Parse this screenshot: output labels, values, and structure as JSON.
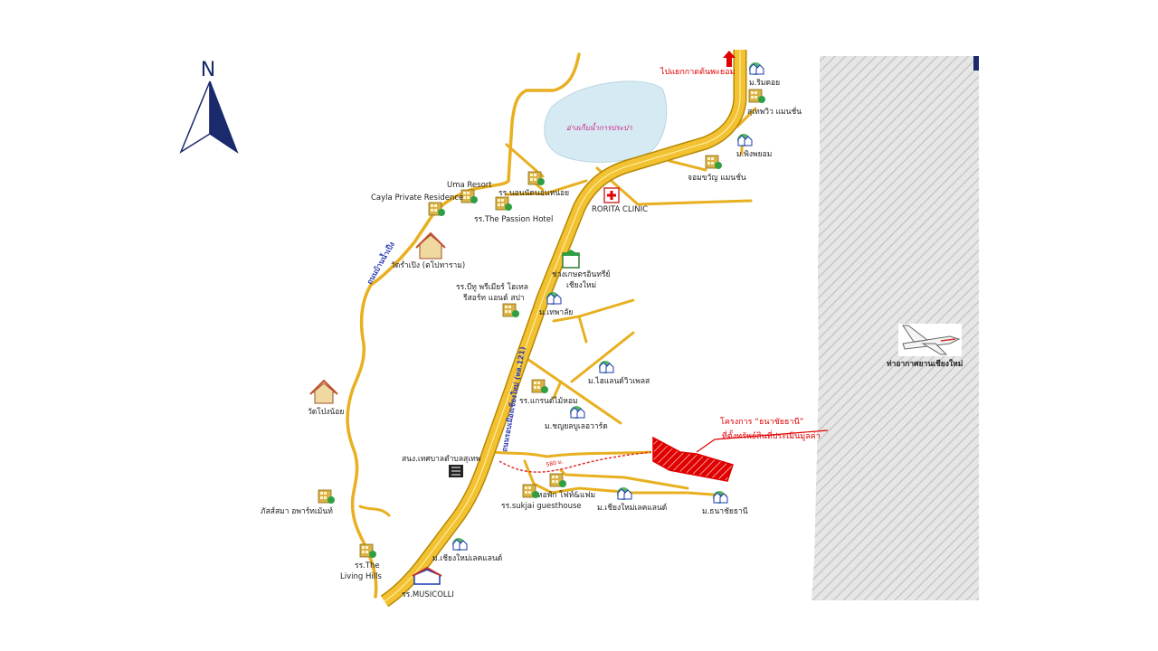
{
  "compass": {
    "letter": "N"
  },
  "colors": {
    "road": "#e8b020",
    "road_edge": "#b88800",
    "highlight": "#e00000",
    "water": "#d5eaf2",
    "airport": "#d9d9d9",
    "compass": "#1a2a6c"
  },
  "labels": {
    "north_arrow_text": "ไปแยกกาดต้นพะยอม",
    "reservoir": "อ่างเก็บน้ำการประปา",
    "airport": "ท่าอากาศยานเชียงใหม่",
    "road_main": "ถนนรอบเมืองเชียงใหม่ (ทล.121)",
    "road_side": "ถนนบ้านน้ำเป็ง",
    "distance": "580 ม.",
    "project_line1": "โครงการ “ธนาชัยธานี”",
    "project_line2": "ที่ตั้งทรัพย์สินที่ประเมินมูลค่า"
  },
  "places": {
    "rimdoi": "ม.ริมดอย",
    "sukhumvit": "สุเทพวิว แมนชั่น",
    "phingphayom": "ม.พิงพยอม",
    "chomkhwan": "จอมขวัญ แมนชั่น",
    "rorita": "RORITA CLINIC",
    "nonnat": "รร.นอนนัดนอนหน่อย",
    "uma": "Uma Resort",
    "cayla": "Cayla Private Residence",
    "passion": "รร.The Passion Hotel",
    "watrampeng": "วัดร่ำเปิง (ตโปทาราม)",
    "bitu_1": "รร.บีทู พรีเมียร์ โฮเทล",
    "bitu_2": "รีสอร์ท แอนด์ สปา",
    "chang_1": "ช่วงเกษตรอินทรีย์",
    "chang_2": "เชียงใหม่",
    "thephalai": "ม.เทพาลัย",
    "hilandview": "ม.ไฮแลนด์วิวเพลส",
    "grandmaihom": "รร.แกรนด์ไม้หอม",
    "chaiyaphruek": "ม.ชญยลบูเลอวาร์ด",
    "watpongnoi": "วัดโป่งน้อย",
    "tesaban": "สนง.เทศบาลตำบลสุเทพ",
    "horpak": "หอพัก โฟท์&แฟม",
    "sukjai": "รร.sukjai guesthouse",
    "chiangmailake1": "ม.เชียงใหม่เลคแลนด์",
    "thanachai": "ม.ธนาชัยธานี",
    "phatsama": "ภัสส์สมา อพาร์ทเม้นท์",
    "living_1": "รร.The",
    "living_2": "Living Hills",
    "chiangmailake2": "ม.เชียงใหม่เลคแลนด์",
    "musicolli": "รร.MUSICOLLI"
  }
}
